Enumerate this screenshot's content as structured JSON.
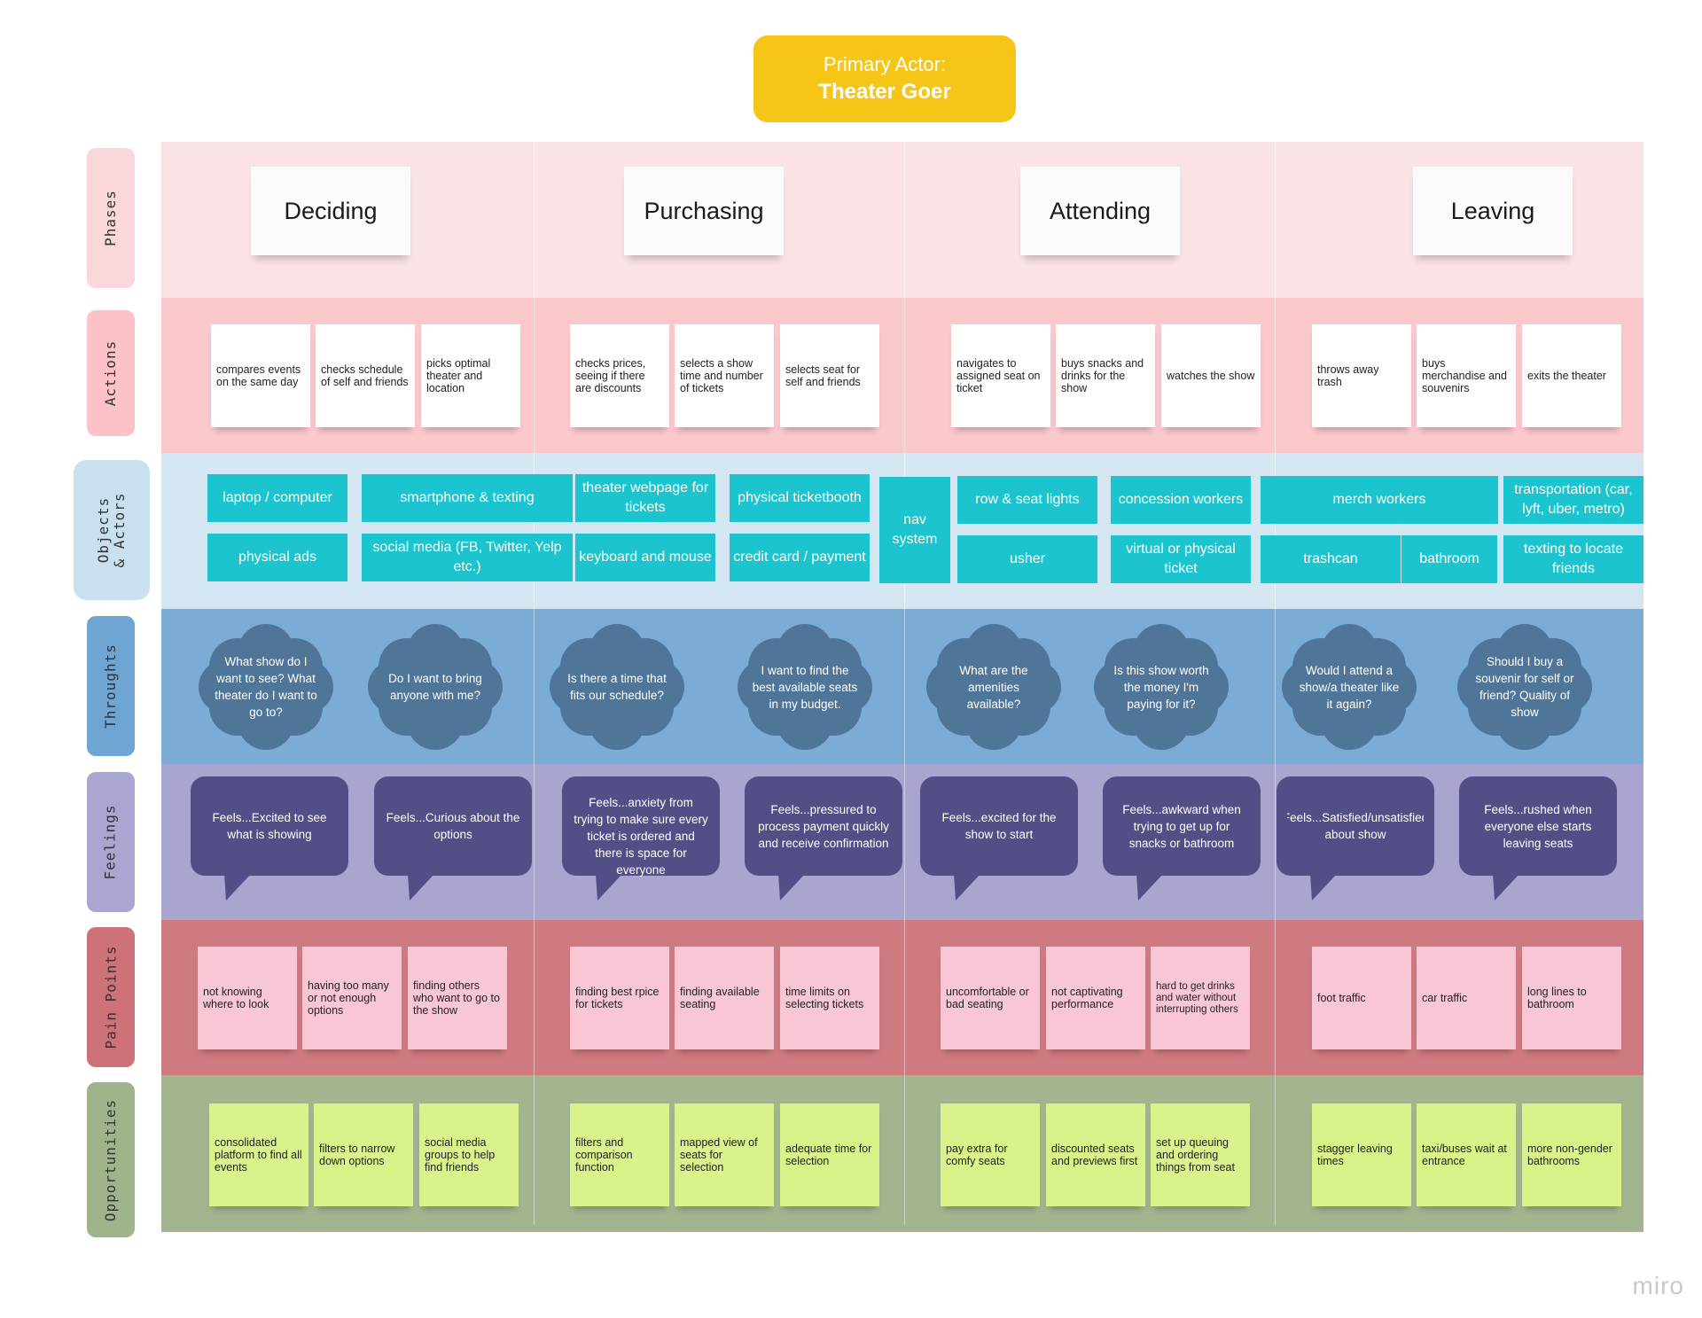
{
  "actor": {
    "line1": "Primary Actor:",
    "line2": "Theater Goer"
  },
  "rows": {
    "phases": "Phases",
    "actions": "Actions",
    "objects": "Objects & Actors",
    "thoughts": "Throughts",
    "feelings": "Feelings",
    "pain": "Pain Points",
    "opps": "Opportunities"
  },
  "phases": [
    "Deciding",
    "Purchasing",
    "Attending",
    "Leaving"
  ],
  "actions": [
    "compares events on the same day",
    "checks schedule of self and friends",
    "picks optimal theater and location",
    "checks prices, seeing if there are discounts",
    "selects a show time and number of tickets",
    "selects seat for self and friends",
    "navigates to assigned seat on ticket",
    "buys snacks and drinks for the show",
    "watches the show",
    "throws away trash",
    "buys merchandise and souvenirs",
    "exits the theater"
  ],
  "objects": [
    "laptop / computer",
    "physical ads",
    "smartphone & texting",
    "social media (FB, Twitter, Yelp etc.)",
    "theater webpage for tickets",
    "keyboard and mouse",
    "physical ticketbooth",
    "credit card / payment",
    "nav system",
    "row & seat lights",
    "usher",
    "concession workers",
    "virtual or physical ticket",
    "merch workers",
    "trashcan",
    "bathroom",
    "transportation (car, lyft, uber, metro)",
    "texting to locate friends"
  ],
  "thoughts": [
    "What show do I want to see? What theater do I want to go to?",
    "Do I want to bring anyone with me?",
    "Is there a time that fits our schedule?",
    "I want to find the best available seats in my budget.",
    "What are the amenities available?",
    "Is this show worth the money I'm paying for it?",
    "Would I attend a show/a theater like it again?",
    "Should I buy a souvenir for self or friend? Quality of show"
  ],
  "feelings": [
    "Feels...Excited to see what is showing",
    "Feels...Curious about the options",
    "Feels...anxiety from trying to make sure every ticket is ordered and there is space for everyone",
    "Feels...pressured to process payment quickly and receive confirmation",
    "Feels...excited for the show to start",
    "Feels...awkward when trying to get up for snacks or bathroom",
    "Feels...Satisfied/unsatisfied about show",
    "Feels...rushed when everyone else starts leaving seats"
  ],
  "pain": [
    "not knowing where to look",
    "having too many or not enough options",
    "finding others who want to go to the show",
    "finding best rpice for tickets",
    "finding available seating",
    "time limits on selecting tickets",
    "uncomfortable or bad seating",
    "not captivating performance",
    "hard to get drinks and water without interrupting others",
    "foot traffic",
    "car traffic",
    "long lines to bathroom"
  ],
  "opps": [
    "consolidated platform to find all events",
    "filters to narrow down options",
    "social media groups to help find friends",
    "filters and comparison function",
    "mapped view of seats for selection",
    "adequate time for selection",
    "pay extra for comfy seats",
    "discounted seats and previews first",
    "set up queuing and ordering things from seat",
    "stagger leaving times",
    "taxi/buses wait at entrance",
    "more non-gender bathrooms"
  ],
  "brand": "miro",
  "colors": {
    "actor": "#f5c518",
    "phases_band": "#fae3e4",
    "phases_label": "#f9d7da",
    "actions_band": "#fbc8cc",
    "actions_label": "#fbc3c8",
    "objects_band": "#d4e6f1",
    "objects_label": "#c9e0ee",
    "thoughts_band": "#7aacd6",
    "thoughts_label": "#6fa5d3",
    "feelings_band": "#a8a5cf",
    "feelings_label": "#a9a6d2",
    "pain_band": "#cf7a80",
    "pain_label": "#cd7279",
    "opps_band": "#a2b58f",
    "opps_label": "#a0b48b",
    "object_tile": "#1cc4cf",
    "cloud": "#4f7699",
    "bubble": "#524e86"
  }
}
